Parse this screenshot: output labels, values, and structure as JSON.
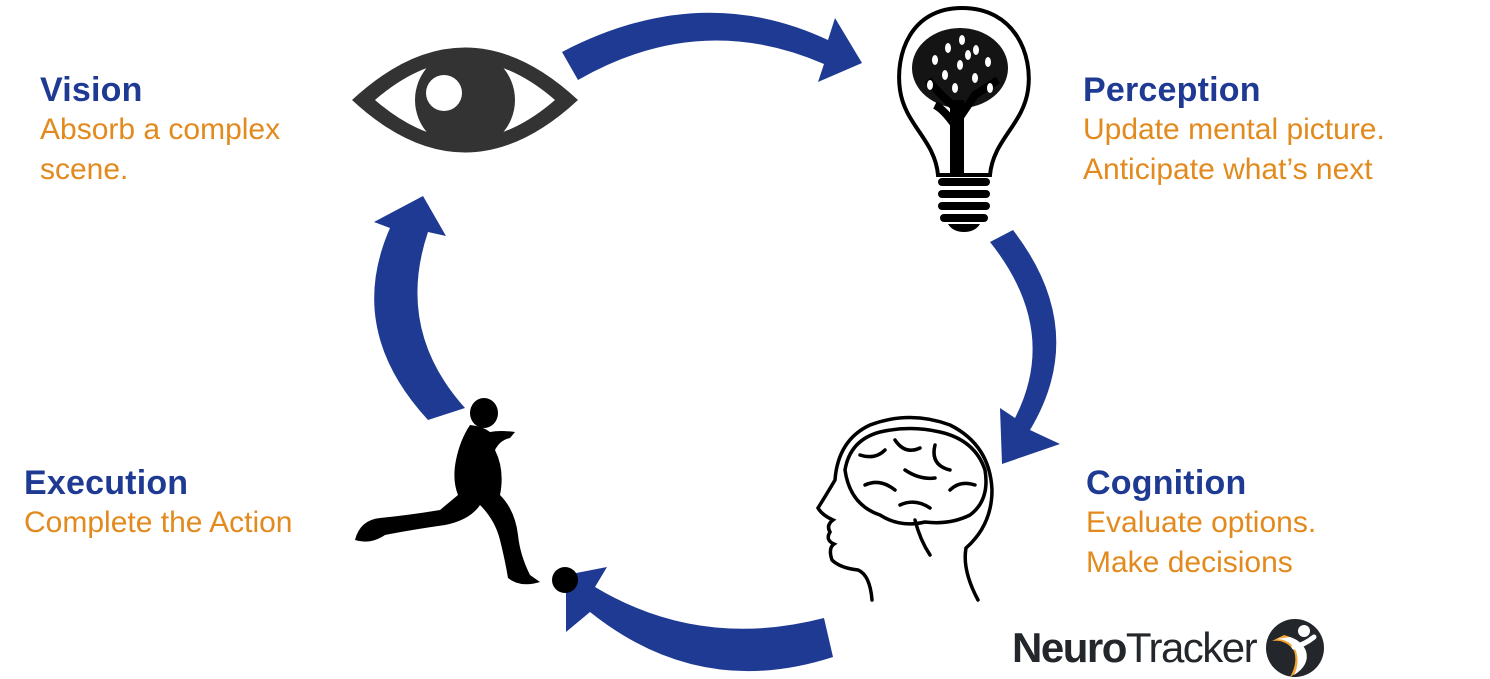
{
  "diagram": {
    "type": "cycle",
    "accent_arrow_color": "#1f3a93",
    "title_color": "#1f3a93",
    "description_color": "#e28a1d",
    "stages": [
      {
        "id": "vision",
        "title": "Vision",
        "description_lines": [
          "Absorb a complex",
          "scene."
        ],
        "icon": "eye-icon"
      },
      {
        "id": "perception",
        "title": "Perception",
        "description_lines": [
          "Update mental picture.",
          "Anticipate what’s next"
        ],
        "icon": "lightbulb-tree-icon"
      },
      {
        "id": "cognition",
        "title": "Cognition",
        "description_lines": [
          "Evaluate options.",
          "Make decisions"
        ],
        "icon": "head-brain-icon"
      },
      {
        "id": "execution",
        "title": "Execution",
        "description_lines": [
          "Complete the Action"
        ],
        "icon": "soccer-player-icon"
      }
    ],
    "flow": [
      "Vision",
      "Perception",
      "Cognition",
      "Execution",
      "Vision"
    ]
  },
  "logo": {
    "text_bold": "Neuro",
    "text_light": "Tracker",
    "icon": "neurotracker-figure-icon",
    "colors": {
      "dark": "#23262b",
      "accent": "#f2a531"
    }
  }
}
